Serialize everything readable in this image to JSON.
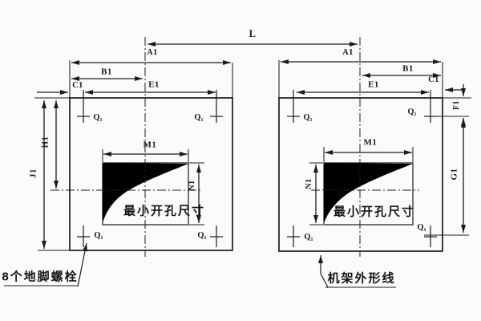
{
  "colors": {
    "line": "#1c1c1c",
    "fill": "#000000",
    "background": "#fbfbf9"
  },
  "labels": {
    "l": "L",
    "left_view": {
      "a1": "A1",
      "b1": "B1",
      "c1": "C1",
      "e1": "E1",
      "h1": "H1",
      "j1": "J1",
      "m1": "M1",
      "n1": "N1",
      "q": "Q₁",
      "opening": "最小开孔尺寸"
    },
    "right_view": {
      "a1": "A1",
      "b1": "B1",
      "c1": "C1",
      "e1": "E1",
      "f1": "F1",
      "g1": "G1",
      "m1": "M1",
      "n1": "N1",
      "q": "Q₁",
      "opening": "最小开孔尺寸"
    },
    "callouts": {
      "anchor_bolts": "8个地脚螺栓",
      "frame_outline": "机架外形线"
    }
  }
}
